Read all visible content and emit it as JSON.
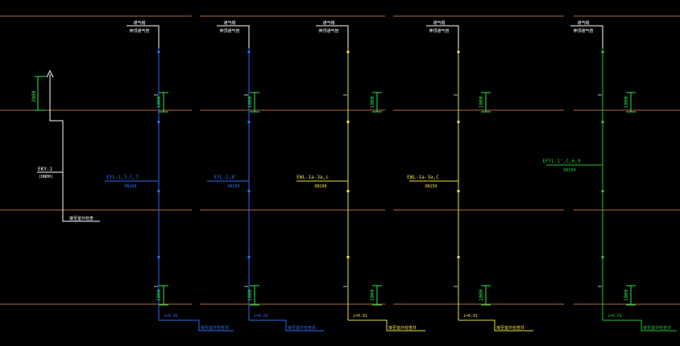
{
  "colors": {
    "background": "#000000",
    "floor_line": "#b06a3c",
    "white": "#ffffff",
    "blue": "#2a6cf0",
    "yellow": "#e8e03a",
    "green": "#26c23a",
    "dim_green": "#2de84a",
    "tick": "#bbbbbb"
  },
  "left_detail": {
    "dimension": "2000",
    "pipe_label": "EKY-1",
    "pipe_size": "(DN00)",
    "bottom_note": "接至室外检查"
  },
  "risers": [
    {
      "id": "riser-1",
      "color": "blue",
      "top_label_1": "通气帽",
      "top_label_2": "伸顶通气管",
      "branch_label": "EYL-1,3,C,7",
      "branch_size": "DN100",
      "dim_upper": "1000",
      "dim_lower": "1000",
      "slope": "i=0.01",
      "outlet_label": "接至室外检查井"
    },
    {
      "id": "riser-2",
      "color": "blue",
      "top_label_1": "通气帽",
      "top_label_2": "伸顶通气管",
      "branch_label": "EYL-2,8'",
      "branch_size": "DN150",
      "dim_upper": "1000",
      "dim_lower": "1000",
      "slope": "i=0.01",
      "outlet_label": "接至室外检查井"
    },
    {
      "id": "riser-3",
      "color": "yellow",
      "top_label_1": "通气帽",
      "top_label_2": "伸顶通气管",
      "branch_label": "EWL-1a-3a,c",
      "branch_size": "DN100",
      "dim_upper": "1000",
      "dim_lower": "1000",
      "slope": "i=0.01",
      "outlet_label": "接至室外检查井"
    },
    {
      "id": "riser-4",
      "color": "yellow",
      "top_label_1": "通气帽",
      "top_label_2": "伸顶通气管",
      "branch_label": "EWL-1a-3a,C",
      "branch_size": "DN150",
      "dim_upper": "1000",
      "dim_lower": "1000",
      "slope": "i=0.01",
      "outlet_label": "接至室外检查井"
    },
    {
      "id": "riser-5",
      "color": "green",
      "top_label_1": "通气帽",
      "top_label_2": "伸顶通气管",
      "branch_label": "EFYL-1',C,6,9",
      "branch_size": "DN100",
      "dim_upper": "1000",
      "dim_lower": "1000",
      "slope": "i=0.01",
      "outlet_label": "接至室外检查井"
    }
  ]
}
